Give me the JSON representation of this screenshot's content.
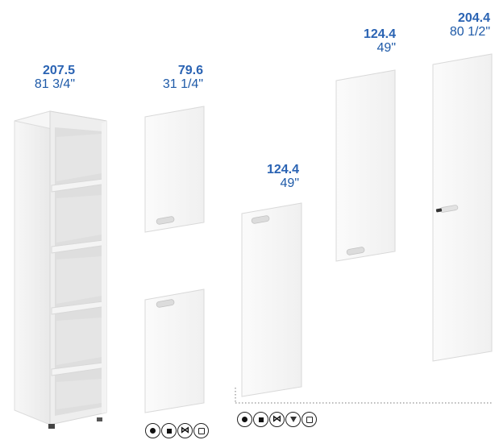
{
  "products": [
    {
      "metric": "207.5",
      "imperial": "81 3/4\""
    },
    {
      "metric": "79.6",
      "imperial": "31 1/4\""
    },
    {
      "metric": "124.4",
      "imperial": "49\""
    },
    {
      "metric": "124.4",
      "imperial": "49\""
    },
    {
      "metric": "204.4",
      "imperial": "80 1/2\""
    }
  ],
  "option_icons": {
    "short_door": [
      "circle-filled-icon",
      "square-filled-icon",
      "bowtie-icon",
      "square-outline-icon"
    ],
    "tall_doors": [
      "circle-filled-icon",
      "square-filled-icon",
      "bowtie-icon",
      "triangle-down-icon",
      "square-outline-icon"
    ]
  },
  "colors": {
    "dimension_text": "#2a63b3",
    "panel": "#f7f7f7",
    "panel_edge": "#d9d9d9"
  }
}
